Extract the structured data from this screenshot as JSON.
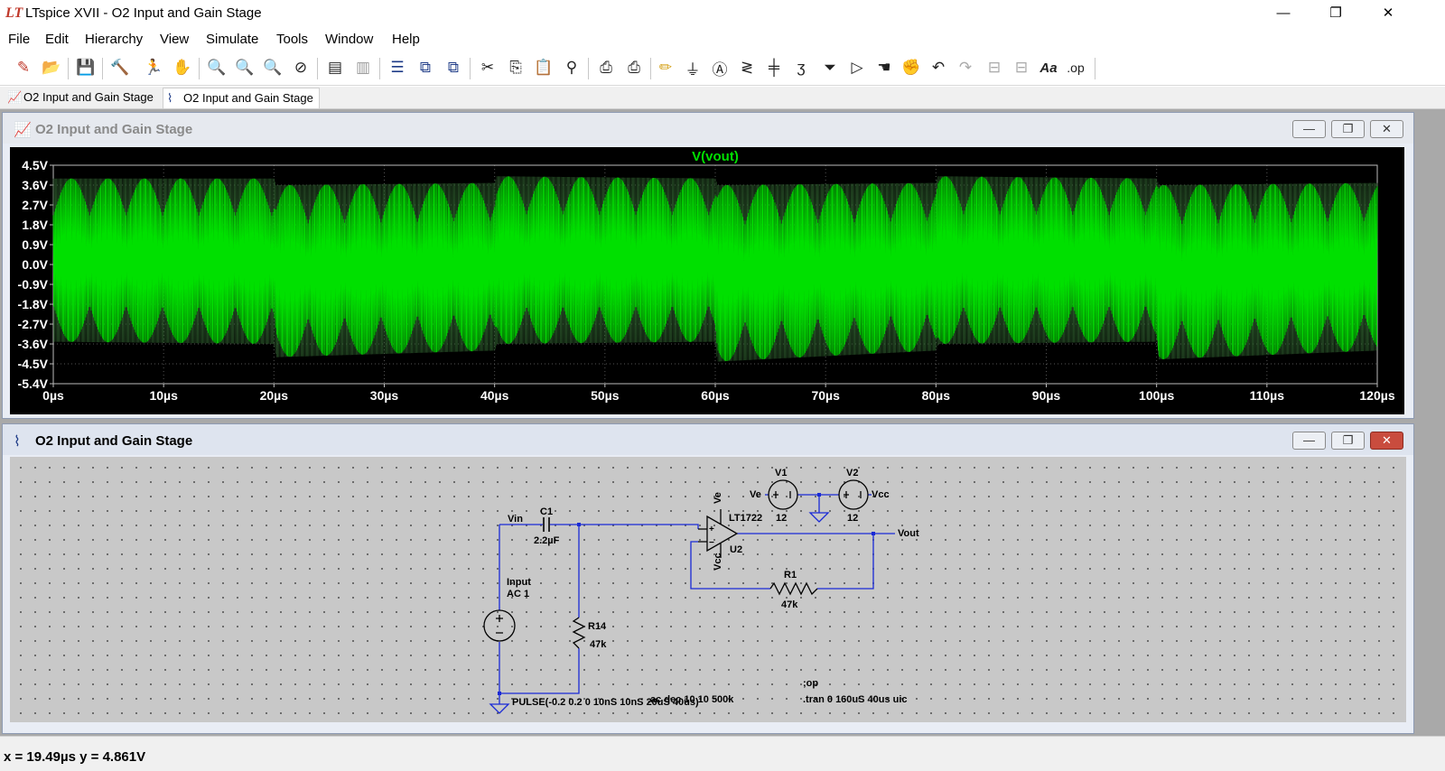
{
  "window": {
    "title": "LTspice XVII - O2 Input and Gain Stage",
    "minimize": "—",
    "maximize": "❐",
    "close": "✕"
  },
  "menu": [
    "File",
    "Edit",
    "Hierarchy",
    "View",
    "Simulate",
    "Tools",
    "Window",
    "Help"
  ],
  "toolbar_icons": [
    "new-schematic-icon",
    "open-icon",
    "save-icon",
    "control-panel-icon",
    "run-icon",
    "halt-icon",
    "zoom-in-icon",
    "zoom-pan-icon",
    "zoom-out-icon",
    "zoom-fit-icon",
    "autorange-icon",
    "plot-settings-icon",
    "tile-horizontal-icon",
    "tile-vertical-icon",
    "cascade-icon",
    "cut-icon",
    "copy-icon",
    "paste-icon",
    "find-icon",
    "print-setup-icon",
    "print-icon",
    "wire-icon",
    "ground-icon",
    "label-icon",
    "resistor-icon",
    "capacitor-icon",
    "inductor-icon",
    "diode-icon",
    "component-icon",
    "move-icon",
    "drag-icon",
    "undo-icon",
    "redo-icon",
    "rotate-icon",
    "mirror-icon",
    "text-icon",
    "spice-directive-icon"
  ],
  "tabs": [
    {
      "label": "O2 Input and Gain Stage",
      "icon": "waveform-icon"
    },
    {
      "label": "O2 Input and Gain Stage",
      "icon": "schematic-icon"
    }
  ],
  "waveform": {
    "title": "O2 Input and Gain Stage",
    "trace": "V(vout)",
    "color": "#00e000"
  },
  "schematic": {
    "title": "O2 Input and Gain Stage",
    "labels": {
      "vin": "Vin",
      "c1": "C1",
      "c1_val": "2.2µF",
      "input": "Input",
      "input_ac": "AC 1",
      "r14": "R14",
      "r14_val": "47k",
      "r1": "R1",
      "r1_val": "47k",
      "v1": "V1",
      "v1_val": "12",
      "v2": "V2",
      "v2_val": "12",
      "ve_left": "Ve",
      "vcc_right": "Vcc",
      "ve_pin": "Ve",
      "vcc_pin": "Vcc",
      "opamp": "LT1722",
      "u2": "U2",
      "vout": "Vout",
      "pulse": "PULSE(-0.2 0.2 0 10nS 10nS 20uS 40us)",
      "ac_dir": ".ac dec 10 10 500k",
      "op": ";op",
      "tran": ".tran 0 160uS 40us uic"
    }
  },
  "status": {
    "text": "x = 19.49µs    y = 4.861V"
  },
  "chart_data": {
    "type": "line",
    "title": "V(vout)",
    "xlabel": "",
    "ylabel": "",
    "x_ticks": [
      "0µs",
      "10µs",
      "20µs",
      "30µs",
      "40µs",
      "50µs",
      "60µs",
      "70µs",
      "80µs",
      "90µs",
      "100µs",
      "110µs",
      "120µs"
    ],
    "y_ticks": [
      "4.5V",
      "3.6V",
      "2.7V",
      "1.8V",
      "0.9V",
      "0.0V",
      "-0.9V",
      "-1.8V",
      "-2.7V",
      "-3.6V",
      "-4.5V",
      "-5.4V"
    ],
    "xlim": [
      0,
      120
    ],
    "ylim": [
      -5.4,
      4.5
    ],
    "grid": true,
    "series": [
      {
        "name": "V(vout)",
        "color": "#00e000",
        "envelope_upper": [
          [
            0,
            3.9
          ],
          [
            20,
            3.9
          ],
          [
            20.2,
            3.6
          ],
          [
            40,
            3.7
          ],
          [
            40.2,
            4.0
          ],
          [
            60,
            3.9
          ],
          [
            60.2,
            3.6
          ],
          [
            80,
            3.7
          ],
          [
            80.2,
            4.0
          ],
          [
            100,
            3.9
          ],
          [
            100.2,
            3.6
          ],
          [
            120,
            3.7
          ]
        ],
        "envelope_lower": [
          [
            0,
            -3.5
          ],
          [
            20,
            -3.6
          ],
          [
            20.2,
            -4.2
          ],
          [
            40,
            -3.9
          ],
          [
            40.2,
            -3.6
          ],
          [
            60,
            -3.5
          ],
          [
            60.2,
            -4.4
          ],
          [
            80,
            -3.9
          ],
          [
            80.2,
            -3.6
          ],
          [
            100,
            -3.5
          ],
          [
            100.2,
            -4.3
          ],
          [
            120,
            -3.9
          ]
        ]
      }
    ]
  }
}
